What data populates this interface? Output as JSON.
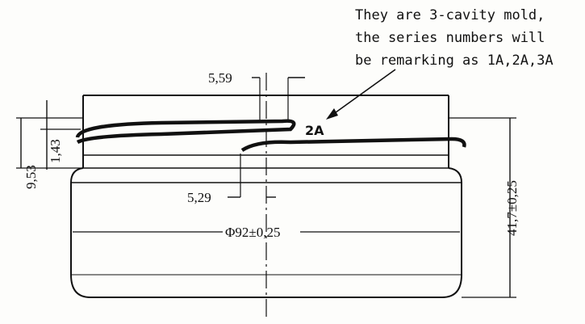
{
  "note": {
    "line1": "They are 3-cavity mold,",
    "line2": "the series numbers will",
    "line3": "be remarking as 1A,2A,3A"
  },
  "cavity_mark": "2A",
  "dimensions": {
    "top_offset": "5,59",
    "bottom_offset": "5,29",
    "diameter": "Φ92±0,25",
    "total_height": "41,7±0,25",
    "neck_height": "9,53",
    "thread_height": "1,43"
  }
}
